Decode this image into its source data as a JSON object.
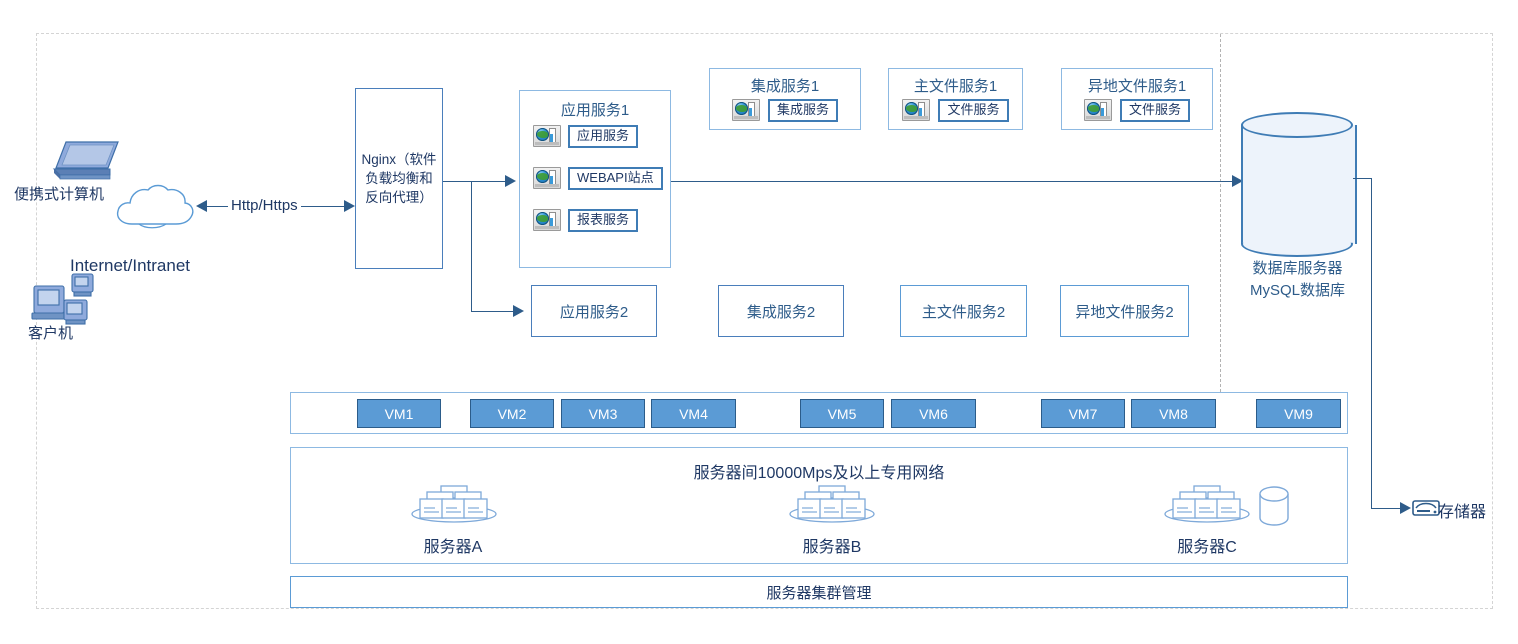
{
  "diagram": {
    "title_region": "system deployment architecture",
    "left": {
      "laptop_label": "便携式计算机",
      "cloud_label": "Internet/Intranet",
      "clients_label": "客户机",
      "protocol_label": "Http/Https"
    },
    "nginx": {
      "label": "Nginx（软件负载均衡和反向代理）"
    },
    "app_group": {
      "title": "应用服务1",
      "services": [
        {
          "label": "应用服务",
          "icon": "iis-globe-icon"
        },
        {
          "label": "WEBAPI站点",
          "icon": "iis-globe-icon"
        },
        {
          "label": "报表服务",
          "icon": "iis-globe-icon"
        }
      ]
    },
    "top_groups": [
      {
        "title": "集成服务1",
        "service": "集成服务",
        "icon": "iis-globe-icon"
      },
      {
        "title": "主文件服务1",
        "service": "文件服务",
        "icon": "iis-globe-icon"
      },
      {
        "title": "异地文件服务1",
        "service": "文件服务",
        "icon": "iis-globe-icon"
      }
    ],
    "second_row": [
      {
        "label": "应用服务2"
      },
      {
        "label": "集成服务2"
      },
      {
        "label": "主文件服务2"
      },
      {
        "label": "异地文件服务2"
      }
    ],
    "database": {
      "caption_line1": "数据库服务器",
      "caption_line2": "MySQL数据库"
    },
    "storage": {
      "label": "存储器",
      "icon": "storage-device-icon"
    },
    "vms": [
      {
        "label": "VM1"
      },
      {
        "label": "VM2"
      },
      {
        "label": "VM3"
      },
      {
        "label": "VM4"
      },
      {
        "label": "VM5"
      },
      {
        "label": "VM6"
      },
      {
        "label": "VM7"
      },
      {
        "label": "VM8"
      },
      {
        "label": "VM9"
      }
    ],
    "network": {
      "title": "服务器间10000Mps及以上专用网络",
      "servers": [
        {
          "label": "服务器A",
          "icon": "server-cluster-icon"
        },
        {
          "label": "服务器B",
          "icon": "server-cluster-icon"
        },
        {
          "label": "服务器C",
          "icon": "server-cluster-icon",
          "extra_icon": "disk-cylinder-icon"
        }
      ]
    },
    "cluster_management": {
      "label": "服务器集群管理"
    },
    "colors": {
      "accent_blue": "#5B9BD5",
      "line_blue": "#2E5C8A",
      "text_blue": "#1F3864",
      "group_border": "#8DB9E2",
      "frame_gray": "#d4d4d4",
      "cylinder_fill": "#EDF3FB"
    }
  }
}
